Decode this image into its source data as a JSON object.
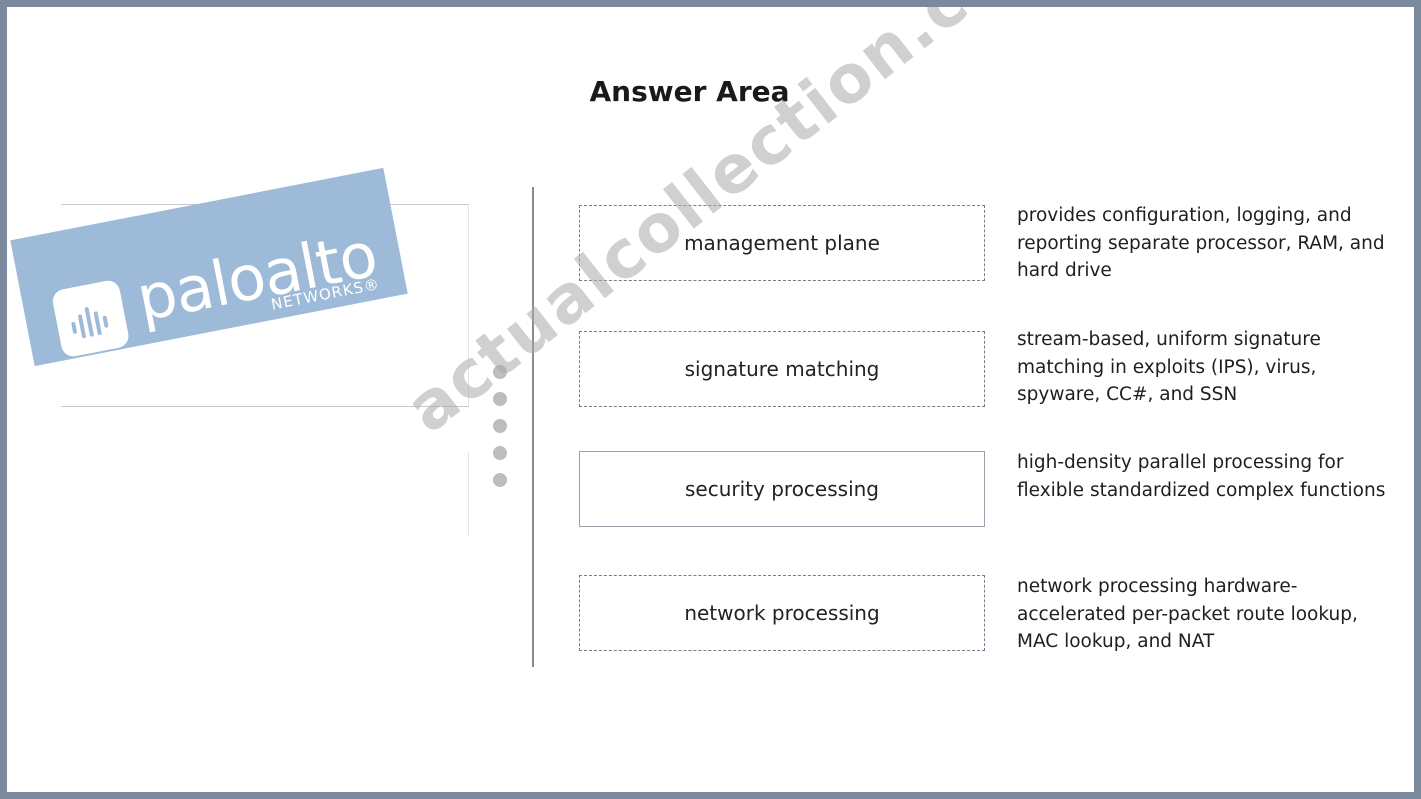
{
  "title": "Answer Area",
  "logo": {
    "wordmark": "paloalto",
    "sub": "NETWORKS®"
  },
  "watermark": "actualcollection.com",
  "items": [
    {
      "label": "management plane",
      "description": "provides configuration, logging, and reporting separate processor, RAM, and hard drive"
    },
    {
      "label": "signature matching",
      "description": "stream-based, uniform signature matching in exploits (IPS), virus, spyware, CC#, and SSN"
    },
    {
      "label": "security processing",
      "description": "high-density parallel processing for flexible standardized complex functions"
    },
    {
      "label": "network processing",
      "description": "network processing hardware-accelerated per-packet route lookup, MAC lookup, and NAT"
    }
  ]
}
